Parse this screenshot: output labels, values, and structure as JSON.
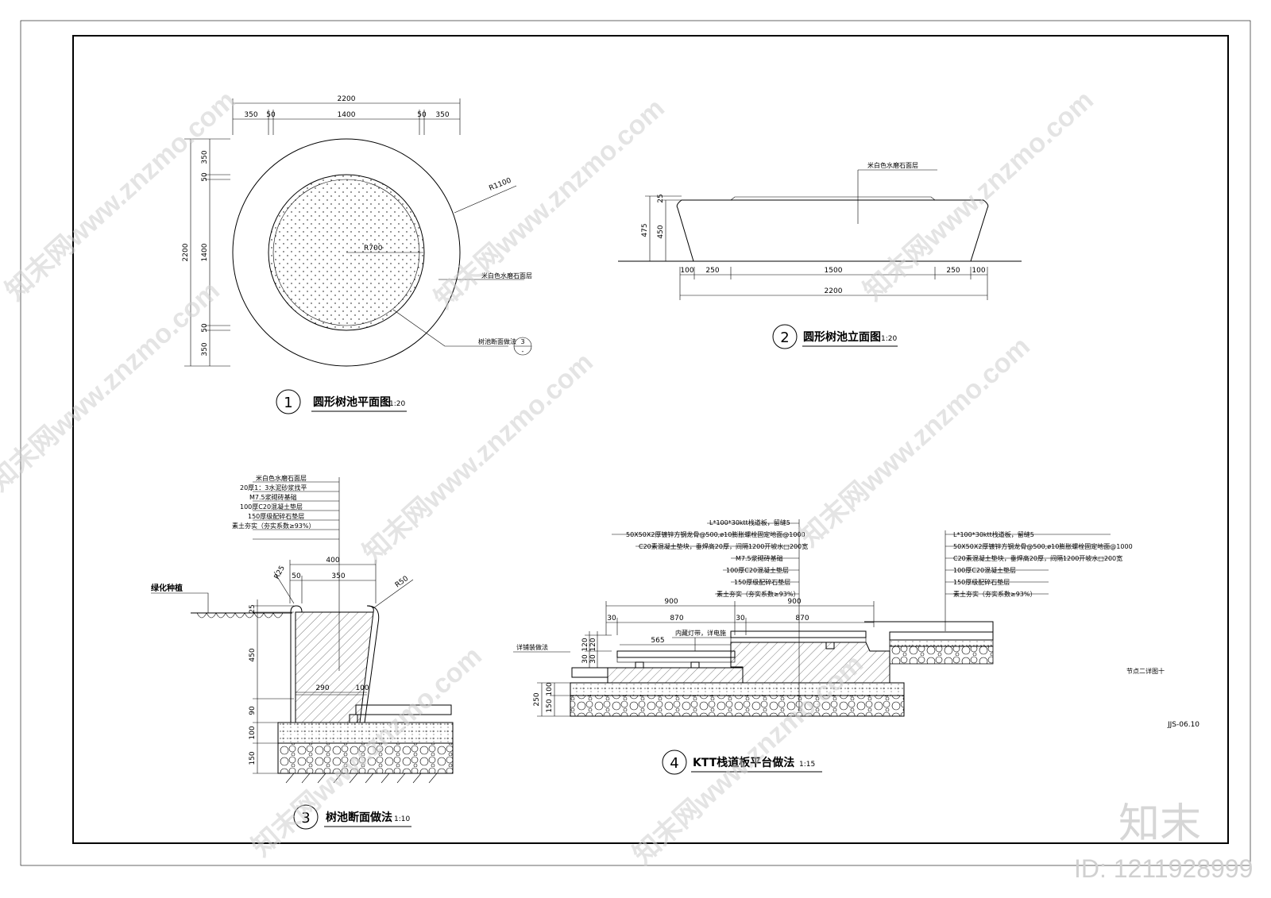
{
  "drawing": {
    "plan": {
      "number": "1",
      "title": "圆形树池平面图",
      "scale": "1:20",
      "dim_top_total": "2200",
      "dim_top_parts": [
        "350",
        "50",
        "1400",
        "50",
        "350"
      ],
      "dim_left_total": "2200",
      "dim_left_parts": [
        "350",
        "50",
        "1400",
        "50",
        "350"
      ],
      "outer_radius": "R1100",
      "inner_radius": "R700",
      "material_note": "米白色水磨石面层",
      "section_ref_note": "树池断面做法",
      "section_ref_number": "3",
      "section_ref_sheet": "-"
    },
    "elevation": {
      "number": "2",
      "title": "圆形树池立面图",
      "scale": "1:20",
      "material_note": "米白色水磨石面层",
      "dim_heights": [
        "475",
        "450",
        "25"
      ],
      "dim_bottom_parts": [
        "100",
        "250",
        "1500",
        "250",
        "100"
      ],
      "dim_bottom_total": "2200"
    },
    "section": {
      "number": "3",
      "title": "树池断面做法",
      "scale": "1:10",
      "layers": [
        "米白色水磨石面层",
        "20厚1：3水泥砂浆找平",
        "M7.5浆砌砖基础",
        "100厚C20混凝土垫层",
        "150厚级配碎石垫层",
        "素土夯实（夯实系数≥93%）"
      ],
      "planting_label": "绿化种植",
      "dims": [
        "400",
        "50",
        "350",
        "R25",
        "R50",
        "25",
        "450",
        "90",
        "100",
        "150",
        "290",
        "100"
      ]
    },
    "ktt": {
      "number": "4",
      "title": "KTT栈道板平台做法",
      "scale": "1:15",
      "layers_left": [
        "L*100*30ktt栈道板，留缝5",
        "50X50X2厚镀锌方钢龙骨@500,ø10膨胀螺栓固定地面@1000",
        "C20素混凝土垫块，垂焊高20厚，间隔1200开坡水□200宽",
        "M7.5浆砌砖基础",
        "100厚C20混凝土垫层",
        "150厚级配碎石垫层",
        "素土夯实（夯实系数≥93%）"
      ],
      "layers_right": [
        "L*100*30ktt栈道板，留缝5",
        "50X50X2厚镀锌方钢龙骨@500,ø10膨胀螺栓固定地面@1000",
        "C20素混凝土垫块，垂焊高20厚，间隔1200开坡水□200宽",
        "100厚C20混凝土垫层",
        "150厚级配碎石垫层",
        "素土夯实（夯实系数≥93%）"
      ],
      "light_note": "内藏灯带，详电施",
      "paving_note": "详铺装做法",
      "dims_top": [
        "900",
        "900",
        "30",
        "870",
        "30",
        "870",
        "565"
      ],
      "dims_left": [
        "120",
        "30",
        "120",
        "30",
        "250",
        "100",
        "150"
      ]
    },
    "sheet_note": "节点二详图十",
    "sheet_code": "JJS-06.10"
  },
  "watermark": {
    "site_text": "知末网www.znzmo.com",
    "logo": "知末",
    "id_text": "ID: 1211928999"
  }
}
